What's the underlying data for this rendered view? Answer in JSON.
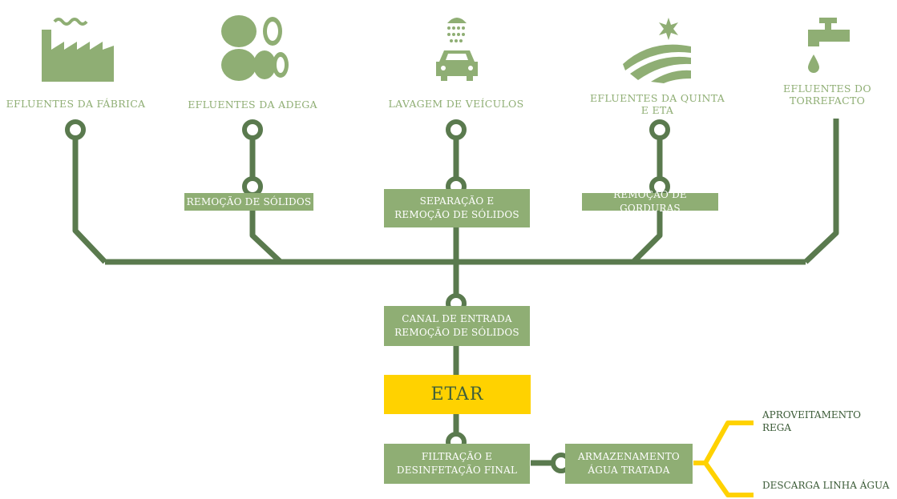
{
  "sources": [
    {
      "label": "EFLUENTES DA FÁBRICA",
      "icon": "factory-icon"
    },
    {
      "label": "EFLUENTES DA ADEGA",
      "icon": "barrels-icon"
    },
    {
      "label": "LAVAGEM DE VEÍCULOS",
      "icon": "car-wash-icon"
    },
    {
      "label_line1": "EFLUENTES DA QUINTA",
      "label_line2": "E ETA",
      "icon": "farm-field-icon"
    },
    {
      "label_line1": "EFLUENTES DO",
      "label_line2": "TORREFACTO",
      "icon": "faucet-icon"
    }
  ],
  "pretreatment": {
    "adega": "REMOÇÃO  DE SÓLIDOS",
    "lavagem_line1": "SEPARAÇÃO  E",
    "lavagem_line2": "REMOÇÃO  DE SÓLIDOS",
    "quinta": "REMOÇÃO DE GORDURAS"
  },
  "canal": {
    "line1": "CANAL  DE ENTRADA",
    "line2": "REMOÇÃO  DE SÓLIDOS"
  },
  "etar": "ETAR",
  "filtracao": {
    "line1": "FILTRAÇÃO  E",
    "line2": "DESINFETAÇÃO  FINAL"
  },
  "armazenamento": {
    "line1": "ARMAZENAMENTO",
    "line2": "ÁGUA TRATADA"
  },
  "outputs": {
    "aproveitamento_line1": "APROVEITAMENTO",
    "aproveitamento_line2": "REGA",
    "descarga": "DESCARGA LINHA ÁGUA"
  },
  "colors": {
    "line": "#5a7a4e",
    "box": "#8fae74",
    "etar": "#ffd200",
    "output_line": "#ffd200"
  }
}
